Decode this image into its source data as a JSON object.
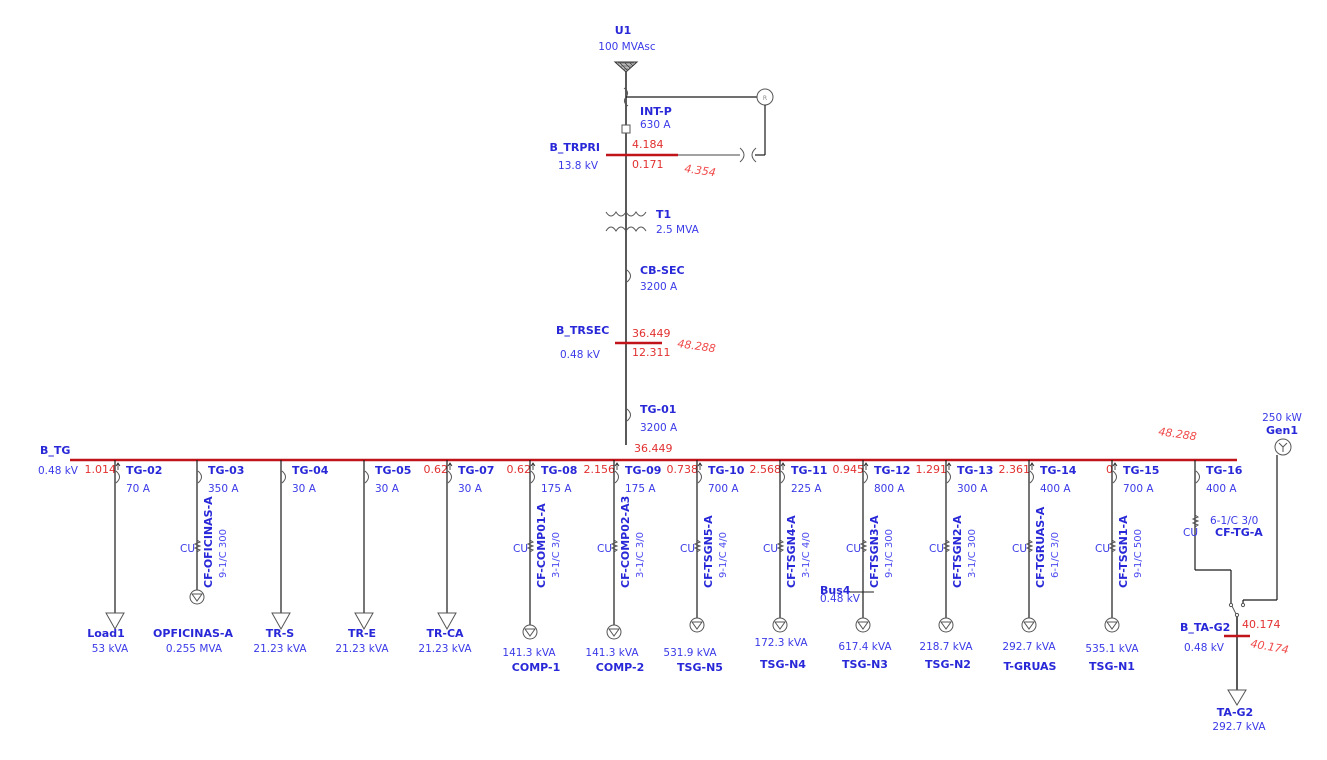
{
  "utility": {
    "name": "U1",
    "rating": "100 MVAsc"
  },
  "main_breaker": {
    "name": "INT-P",
    "rating": "630 A"
  },
  "bus_trpri": {
    "name": "B_TRPRI",
    "voltage": "13.8 kV",
    "flow_top": "4.184",
    "flow_bottom": "0.171",
    "total": "4.354"
  },
  "transformer": {
    "name": "T1",
    "rating": "2.5 MVA"
  },
  "cb_sec": {
    "name": "CB-SEC",
    "rating": "3200 A"
  },
  "bus_trsec": {
    "name": "B_TRSEC",
    "voltage": "0.48 kV",
    "flow_top": "36.449",
    "flow_bottom": "12.311",
    "total": "48.288"
  },
  "tg01": {
    "name": "TG-01",
    "rating": "3200 A",
    "flow": "36.449"
  },
  "bus_tg": {
    "name": "B_TG",
    "voltage": "0.48 kV",
    "total": "48.288"
  },
  "feeders": [
    {
      "breaker": "TG-02",
      "rating": "70 A",
      "flow": "1.014",
      "cable": "",
      "cable_spec": "",
      "load": "Load1",
      "load_rating": "53 kVA",
      "load_type": "static"
    },
    {
      "breaker": "TG-03",
      "rating": "350 A",
      "flow": "",
      "cable": "CF-OFICINAS-A",
      "cable_spec": "9-1/C 300",
      "load": "OPFICINAS-A",
      "load_rating": "0.255 MVA",
      "load_type": "motor"
    },
    {
      "breaker": "TG-04",
      "rating": "30 A",
      "flow": "",
      "cable": "",
      "cable_spec": "",
      "load": "TR-S",
      "load_rating": "21.23 kVA",
      "load_type": "static"
    },
    {
      "breaker": "TG-05",
      "rating": "30 A",
      "flow": "",
      "cable": "",
      "cable_spec": "",
      "load": "TR-E",
      "load_rating": "21.23 kVA",
      "load_type": "static"
    },
    {
      "breaker": "TG-07",
      "rating": "30 A",
      "flow": "0.62",
      "cable": "",
      "cable_spec": "",
      "load": "TR-CA",
      "load_rating": "21.23 kVA",
      "load_type": "static"
    },
    {
      "breaker": "TG-08",
      "rating": "175 A",
      "flow": "0.62",
      "cable": "CF-COMP01-A",
      "cable_spec": "3-1/C 3/0",
      "load": "COMP-1",
      "load_rating": "141.3 kVA",
      "load_type": "motor"
    },
    {
      "breaker": "TG-09",
      "rating": "175 A",
      "flow": "2.156",
      "cable": "CF-COMP02-A3",
      "cable_spec": "3-1/C 3/0",
      "load": "COMP-2",
      "load_rating": "141.3 kVA",
      "load_type": "motor"
    },
    {
      "breaker": "TG-10",
      "rating": "700 A",
      "flow": "0.738",
      "cable": "CF-TSGN5-A",
      "cable_spec": "9-1/C 4/0",
      "load": "TSG-N5",
      "load_rating": "531.9 kVA",
      "load_type": "motor"
    },
    {
      "breaker": "TG-11",
      "rating": "225 A",
      "flow": "2.568",
      "cable": "CF-TSGN4-A",
      "cable_spec": "3-1/C 4/0",
      "load": "TSG-N4",
      "load_rating": "172.3 kVA",
      "load_type": "motor"
    },
    {
      "breaker": "TG-12",
      "rating": "800 A",
      "flow": "0.945",
      "cable": "CF-TSGN3-A",
      "cable_spec": "9-1/C 300",
      "load": "TSG-N3",
      "load_rating": "617.4 kVA",
      "load_type": "motor"
    },
    {
      "breaker": "TG-13",
      "rating": "300 A",
      "flow": "1.291",
      "cable": "CF-TSGN2-A",
      "cable_spec": "3-1/C 300",
      "load": "TSG-N2",
      "load_rating": "218.7 kVA",
      "load_type": "motor"
    },
    {
      "breaker": "TG-14",
      "rating": "400 A",
      "flow": "2.361",
      "cable": "CF-TGRUAS-A",
      "cable_spec": "6-1/C 3/0",
      "load": "T-GRUAS",
      "load_rating": "292.7 kVA",
      "load_type": "motor"
    },
    {
      "breaker": "TG-15",
      "rating": "700 A",
      "flow": "0",
      "cable": "CF-TSGN1-A",
      "cable_spec": "9-1/C 500",
      "load": "TSG-N1",
      "load_rating": "535.1 kVA",
      "load_type": "motor"
    },
    {
      "breaker": "TG-16",
      "rating": "400 A",
      "flow": "",
      "cable": "CF-TG-A",
      "cable_spec": "6-1/C 3/0",
      "load": "",
      "load_rating": "",
      "load_type": ""
    }
  ],
  "cable_material": "CU",
  "bus4": {
    "name": "Bus4",
    "voltage": "0.48 kV"
  },
  "generator": {
    "name": "Gen1",
    "rating": "250 kW"
  },
  "bus_ta_g2": {
    "name": "B_TA-G2",
    "voltage": "0.48 kV",
    "flow": "40.174",
    "total": "40.174"
  },
  "load_ta_g2": {
    "name": "TA-G2",
    "rating": "292.7 kVA"
  },
  "relay_label": "R",
  "colors": {
    "bus": "#c0141a",
    "label": "#2828d8",
    "value": "#e23030"
  }
}
